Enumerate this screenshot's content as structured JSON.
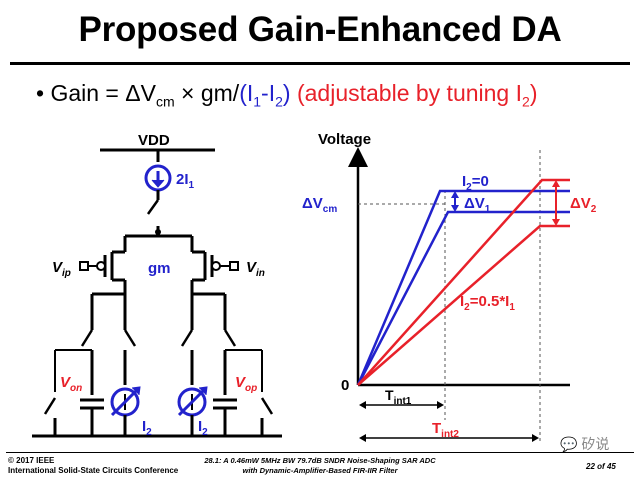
{
  "title": "Proposed Gain-Enhanced DA",
  "bullet": {
    "symbol": "•",
    "gain_label": "Gain = ΔV",
    "cm_sub": "cm",
    "times": " × gm/",
    "paren_open": "(I",
    "sub1": "1",
    "dash": "-I",
    "sub2": "2",
    "paren_close": ")",
    "note_main": "  (adjustable by tuning I",
    "note_sub": "2",
    "note_close": ")"
  },
  "schematic": {
    "vdd": "VDD",
    "tail_current": "2I",
    "tail_sub": "1",
    "vip": "V",
    "vip_sub": "ip",
    "vin": "V",
    "vin_sub": "in",
    "gm": "gm",
    "von": "V",
    "von_sub": "on",
    "vop": "V",
    "vop_sub": "op",
    "i2_left": "I",
    "i2_left_sub": "2",
    "i2_right": "I",
    "i2_right_sub": "2"
  },
  "graph": {
    "ylabel": "Voltage",
    "origin": "0",
    "dvcm": "ΔV",
    "dvcm_sub": "cm",
    "i2_zero": "I",
    "i2_zero_sub": "2",
    "i2_zero_val": "=0",
    "dv1": "ΔV",
    "dv1_sub": "1",
    "dv2": "ΔV",
    "dv2_sub": "2",
    "i2_half": "I",
    "i2_half_sub": "2",
    "i2_half_val": "=0.5*I",
    "i2_half_sub2": "1",
    "tint1": "T",
    "tint1_sub": "int1",
    "tint2": "T",
    "tint2_sub": "int2"
  },
  "footer": {
    "copyright": "© 2017 IEEE",
    "conference": "International Solid-State Circuits Conference",
    "paper_line1": "28.1: A 0.46mW 5MHz BW 79.7dB SNDR Noise-Shaping SAR ADC",
    "paper_line2": "with Dynamic-Amplifier-Based FIR-IIR Filter",
    "page": "22",
    "page_of": "of",
    "page_total": "45",
    "watermark": "矽说"
  },
  "colors": {
    "blue": "#2222cc",
    "red": "#e8212a",
    "black": "#000000"
  }
}
